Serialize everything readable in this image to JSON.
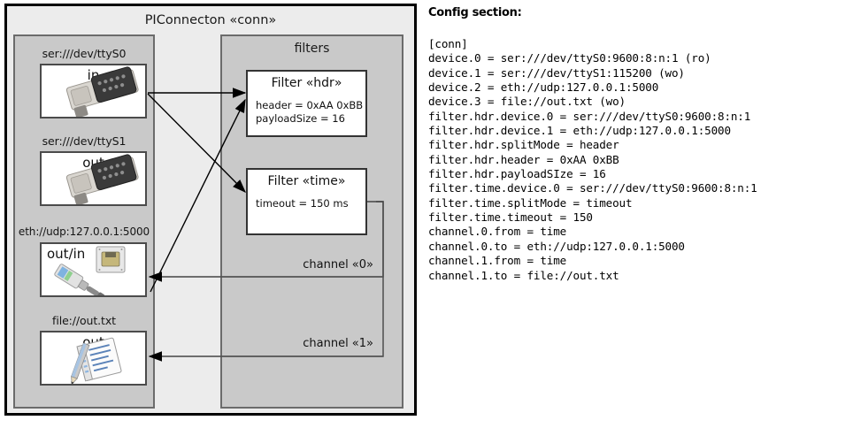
{
  "diagram": {
    "outer": {
      "title": "PIConnecton «conn»"
    },
    "devices_panel": {
      "title": "",
      "devices": [
        {
          "label": "ser:///dev/ttyS0",
          "direction": "in",
          "icon": "serial-port-icon"
        },
        {
          "label": "ser:///dev/ttyS1",
          "direction": "out",
          "icon": "serial-port-icon"
        },
        {
          "label": "eth://udp:127.0.0.1:5000",
          "direction": "out/in",
          "icon": "ethernet-jack-icon"
        },
        {
          "label": "file://out.txt",
          "direction": "out",
          "icon": "text-file-pencil-icon"
        }
      ]
    },
    "filters_panel": {
      "title": "filters",
      "filters": [
        {
          "title": "Filter «hdr»",
          "attrs": [
            "header = 0xAA 0xBB",
            "payloadSize = 16"
          ]
        },
        {
          "title": "Filter «time»",
          "attrs": [
            "timeout = 150 ms"
          ]
        }
      ]
    },
    "channels": [
      {
        "label": "channel «0»"
      },
      {
        "label": "channel «1»"
      }
    ]
  },
  "config": {
    "heading": "Config section:",
    "lines": [
      "[conn]",
      "device.0 = ser:///dev/ttyS0:9600:8:n:1 (ro)",
      "device.1 = ser:///dev/ttyS1:115200 (wo)",
      "device.2 = eth://udp:127.0.0.1:5000",
      "device.3 = file://out.txt (wo)",
      "filter.hdr.device.0 = ser:///dev/ttyS0:9600:8:n:1",
      "filter.hdr.device.1 = eth://udp:127.0.0.1:5000",
      "filter.hdr.splitMode = header",
      "filter.hdr.header = 0xAA 0xBB",
      "filter.hdr.payloadSIze = 16",
      "filter.time.device.0 = ser:///dev/ttyS0:9600:8:n:1",
      "filter.time.splitMode = timeout",
      "filter.time.timeout = 150",
      "channel.0.from = time",
      "channel.0.to = eth://udp:127.0.0.1:5000",
      "channel.1.from = time",
      "channel.1.to = file://out.txt"
    ]
  },
  "colors": {
    "outer_bg": "#ececec",
    "panel_bg": "#c9c9c9",
    "box_bg": "#ffffff",
    "border_dark": "#000000",
    "border_mid": "#6b6b6b"
  }
}
